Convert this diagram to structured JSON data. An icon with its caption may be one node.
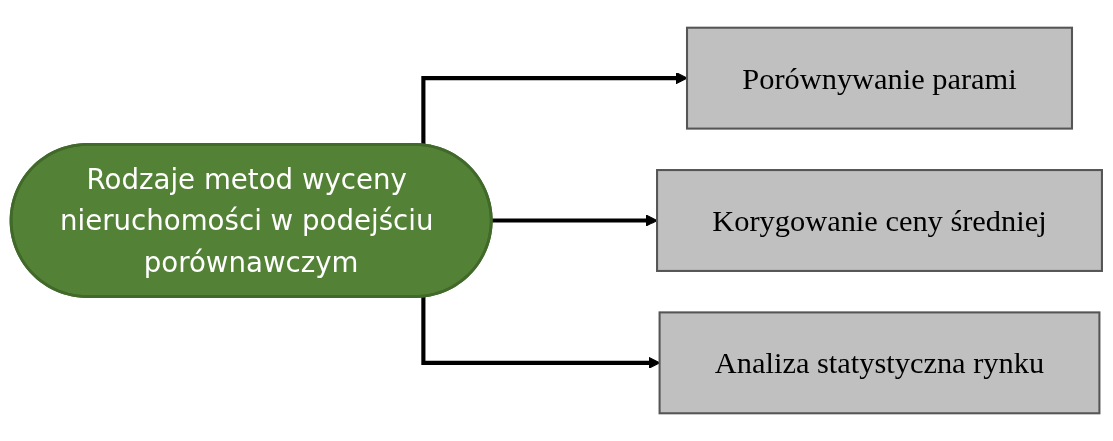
{
  "diagram": {
    "nodes": [
      {
        "text": [
          "Rodzaje metod wyceny nieruchomości w podejściu porównawczym"
        ]
      },
      {
        "text": [
          "Porównywanie parami"
        ]
      },
      {
        "text": [
          "Korygowanie ceny średniej"
        ]
      },
      {
        "text": [
          "Analiza statystyczna rynku"
        ]
      }
    ],
    "edges": [
      {
        "from": 0,
        "to": 1,
        "arrow": "to"
      },
      {
        "from": 0,
        "to": 2,
        "arrow": "to"
      },
      {
        "from": 0,
        "to": 3,
        "arrow": "to"
      }
    ]
  }
}
